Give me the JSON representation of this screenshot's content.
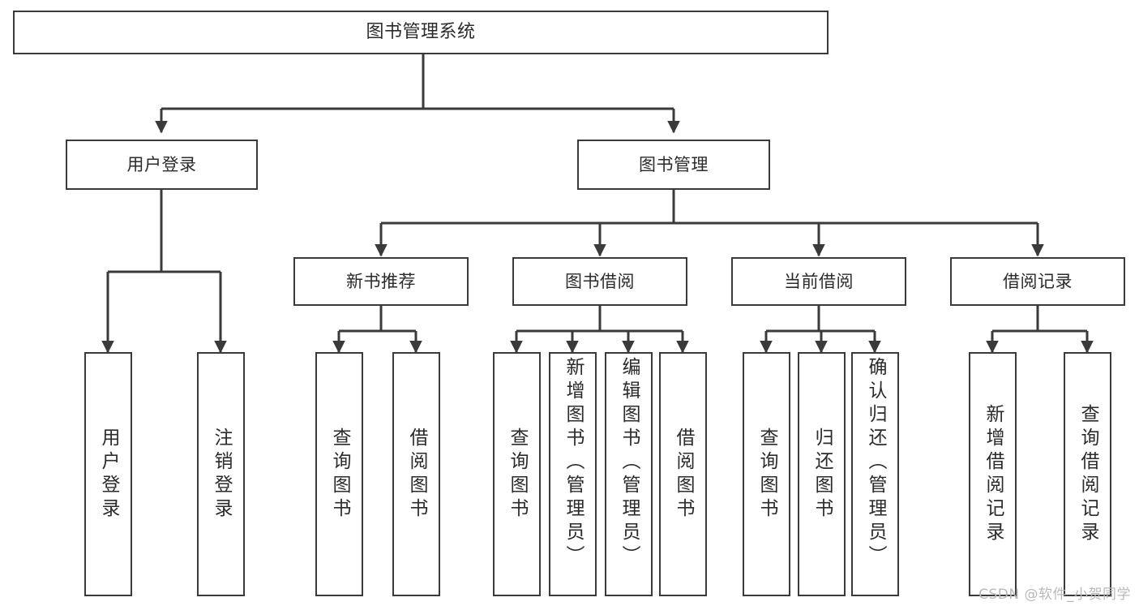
{
  "diagram": {
    "title": "图书管理系统",
    "type": "tree",
    "watermark": "CSDN @软件_小贺同学",
    "colors": {
      "box_border": "#3a3a3a",
      "box_fill": "#ffffff",
      "connector": "#3a3a3a",
      "text": "#2b2b2b",
      "watermark": "#b9b9b9",
      "background": "#ffffff"
    },
    "nodes": {
      "root": {
        "label": "图书管理系统"
      },
      "level2": [
        {
          "id": "user-login",
          "label": "用户登录"
        },
        {
          "id": "book-management",
          "label": "图书管理"
        }
      ],
      "level3": [
        {
          "id": "new-book-recommend",
          "label": "新书推荐"
        },
        {
          "id": "book-borrow",
          "label": "图书借阅"
        },
        {
          "id": "current-borrow",
          "label": "当前借阅"
        },
        {
          "id": "borrow-record",
          "label": "借阅记录"
        }
      ],
      "leaves": {
        "user_login": [
          {
            "id": "leaf-user-login",
            "label": "用户登录"
          },
          {
            "id": "leaf-logout-login",
            "label": "注销登录"
          }
        ],
        "new_book_recommend": [
          {
            "id": "leaf-query-book-1",
            "label": "查询图书"
          },
          {
            "id": "leaf-borrow-book-1",
            "label": "借阅图书"
          }
        ],
        "book_borrow": [
          {
            "id": "leaf-query-book-2",
            "label": "查询图书"
          },
          {
            "id": "leaf-add-book",
            "label": "新增图书（管理员）"
          },
          {
            "id": "leaf-edit-book",
            "label": "编辑图书（管理员）"
          },
          {
            "id": "leaf-borrow-book-2",
            "label": "借阅图书"
          }
        ],
        "current_borrow": [
          {
            "id": "leaf-query-book-3",
            "label": "查询图书"
          },
          {
            "id": "leaf-return-book",
            "label": "归还图书"
          },
          {
            "id": "leaf-confirm-return",
            "label": "确认归还（管理员）"
          }
        ],
        "borrow_record": [
          {
            "id": "leaf-add-record",
            "label": "新增借阅记录"
          },
          {
            "id": "leaf-query-record",
            "label": "查询借阅记录"
          }
        ]
      }
    },
    "edges": [
      {
        "from": "图书管理系统",
        "to": "用户登录"
      },
      {
        "from": "图书管理系统",
        "to": "图书管理"
      },
      {
        "from": "用户登录",
        "to": "用户登录"
      },
      {
        "from": "用户登录",
        "to": "注销登录"
      },
      {
        "from": "图书管理",
        "to": "新书推荐"
      },
      {
        "from": "图书管理",
        "to": "图书借阅"
      },
      {
        "from": "图书管理",
        "to": "当前借阅"
      },
      {
        "from": "图书管理",
        "to": "借阅记录"
      },
      {
        "from": "新书推荐",
        "to": "查询图书"
      },
      {
        "from": "新书推荐",
        "to": "借阅图书"
      },
      {
        "from": "图书借阅",
        "to": "查询图书"
      },
      {
        "from": "图书借阅",
        "to": "新增图书（管理员）"
      },
      {
        "from": "图书借阅",
        "to": "编辑图书（管理员）"
      },
      {
        "from": "图书借阅",
        "to": "借阅图书"
      },
      {
        "from": "当前借阅",
        "to": "查询图书"
      },
      {
        "from": "当前借阅",
        "to": "归还图书"
      },
      {
        "from": "当前借阅",
        "to": "确认归还（管理员）"
      },
      {
        "from": "借阅记录",
        "to": "新增借阅记录"
      },
      {
        "from": "借阅记录",
        "to": "查询借阅记录"
      }
    ]
  }
}
